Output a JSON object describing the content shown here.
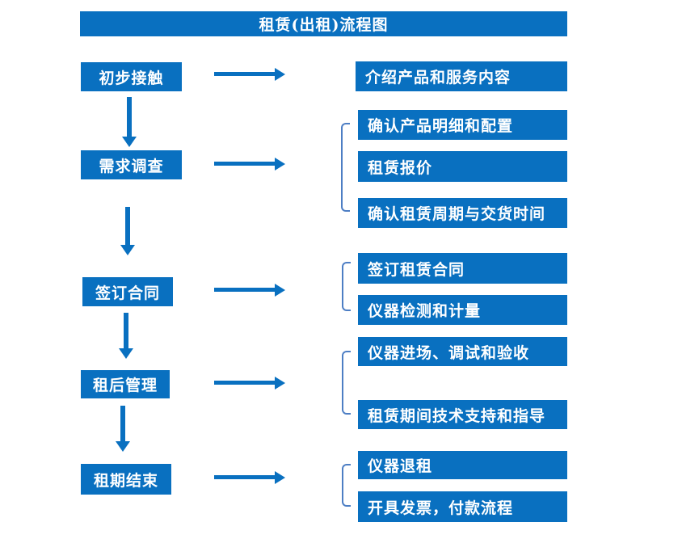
{
  "title": "租赁(出租)流程图",
  "colors": {
    "primary": "#0970c0",
    "bracket": "#4d7ec4",
    "text": "#ffffff",
    "background": "#ffffff"
  },
  "flow": {
    "rows": [
      {
        "step": "初步接触",
        "outputs": [
          "介绍产品和服务内容"
        ]
      },
      {
        "step": "需求调查",
        "outputs": [
          "确认产品明细和配置",
          "租赁报价",
          "确认租赁周期与交货时间"
        ]
      },
      {
        "step": "签订合同",
        "outputs": [
          "签订租赁合同",
          "仪器检测和计量"
        ]
      },
      {
        "step": "租后管理",
        "outputs": [
          "仪器进场、调试和验收",
          "租赁期间技术支持和指导"
        ]
      },
      {
        "step": "租期结束",
        "outputs": [
          "仪器退租",
          "开具发票，付款流程"
        ]
      }
    ]
  }
}
